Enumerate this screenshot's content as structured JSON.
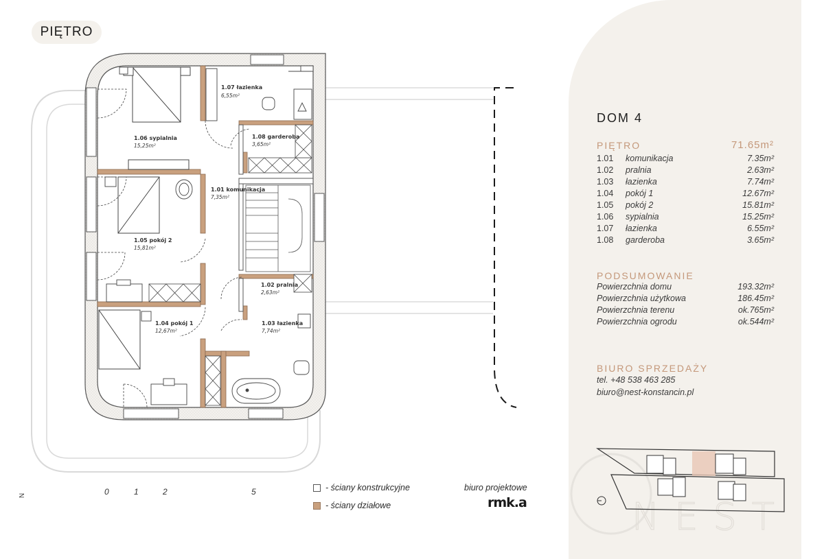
{
  "floor_label": "PIĘTRO",
  "house": {
    "title": "DOM 4"
  },
  "floor_section": {
    "title": "PIĘTRO",
    "total": "71.65m²",
    "rooms": [
      {
        "num": "1.01",
        "name": "komunikacja",
        "area": "7.35m²"
      },
      {
        "num": "1.02",
        "name": "pralnia",
        "area": "2.63m²"
      },
      {
        "num": "1.03",
        "name": "łazienka",
        "area": "7.74m²"
      },
      {
        "num": "1.04",
        "name": "pokój 1",
        "area": "12.67m²"
      },
      {
        "num": "1.05",
        "name": "pokój 2",
        "area": "15.81m²"
      },
      {
        "num": "1.06",
        "name": "sypialnia",
        "area": "15.25m²"
      },
      {
        "num": "1.07",
        "name": "łazienka",
        "area": "6.55m²"
      },
      {
        "num": "1.08",
        "name": "garderoba",
        "area": "3.65m²"
      }
    ]
  },
  "summary": {
    "title": "PODSUMOWANIE",
    "rows": [
      {
        "label": "Powierzchnia domu",
        "value": "193.32m²"
      },
      {
        "label": "Powierzchnia użytkowa",
        "value": "186.45m²"
      },
      {
        "label": "Powierzchnia terenu",
        "value": "ok.765m²"
      },
      {
        "label": "Powierzchnia ogrodu",
        "value": "ok.544m²"
      }
    ]
  },
  "sales": {
    "title": "BIURO SPRZEDAŻY",
    "phone": "tel. +48 538 463 285",
    "email": "biuro@nest-konstancin.pl"
  },
  "plan_labels": {
    "r107_name": "1.07 łazienka",
    "r107_area": "6,55m²",
    "r106_name": "1.06 sypialnia",
    "r106_area": "15,25m²",
    "r108_name": "1.08 garderoba",
    "r108_area": "3,65m²",
    "r101_name": "1.01 komunikacja",
    "r101_area": "7,35m²",
    "r105_name": "1.05 pokój 2",
    "r105_area": "15,81m²",
    "r102_name": "1.02 pralnia",
    "r102_area": "2,63m²",
    "r104_name": "1.04 pokój 1",
    "r104_area": "12,67m²",
    "r103_name": "1.03 łazienka",
    "r103_area": "7,74m²"
  },
  "legend": {
    "structural": "- ściany konstrukcyjne",
    "partition": "- ściany działowe",
    "colors": {
      "structural": "#ffffff",
      "partition": "#c9a07e"
    }
  },
  "scale": {
    "n0": "0",
    "n1": "1",
    "n2": "2",
    "n5": "5"
  },
  "compass": {
    "north": "N"
  },
  "designer": {
    "label": "biuro projektowe",
    "logo": "rmk.a"
  },
  "watermark": "NEST"
}
